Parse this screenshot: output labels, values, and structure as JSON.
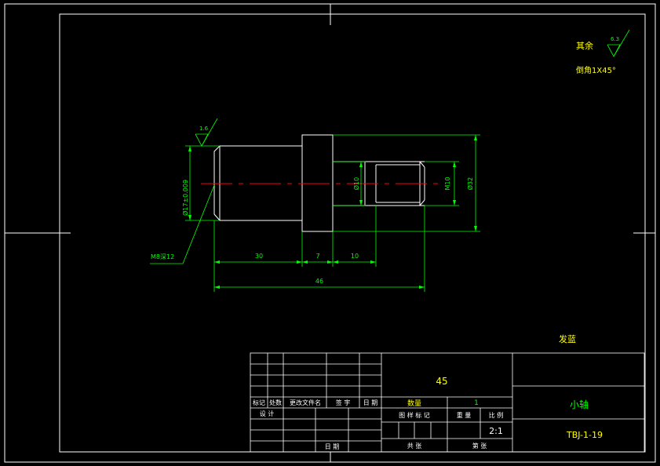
{
  "drawing": {
    "notes": {
      "surface_remaining_label": "其余",
      "surface_remaining_value": "6.3",
      "chamfer_note": "倒角1X45°",
      "surface_left_value": "1.6"
    },
    "dimensions": {
      "left_diameter": "Ø17±0.009",
      "thread_note": "M8深12",
      "inner_diameter": "Ø10",
      "thread_diameter": "M10",
      "outer_diameter": "Ø32",
      "length_shaft": "30",
      "length_collar": "7",
      "length_hole": "10",
      "length_total": "46"
    },
    "heat_treatment": "发蓝"
  },
  "title_block": {
    "material": "45",
    "part_name": "小轴",
    "drawing_no": "TBJ-1-19",
    "scale": "2:1",
    "quantity_label": "数量",
    "quantity_value": "1",
    "headers": {
      "mark": "标记",
      "count": "处数",
      "change_doc": "更改文件名",
      "signature": "签 字",
      "date": "日 期",
      "design": "设 计",
      "date2": "日 期",
      "stage_mark": "图 样 标 记",
      "weight": "重 量",
      "scale_label": "比 例",
      "sheets_total": "共 张",
      "sheet_no": "第 张"
    }
  },
  "colors": {
    "background": "#000000",
    "frame": "#ffffff",
    "part": "#ffffff",
    "dimension": "#00ff00",
    "centerline": "#ff0000",
    "note": "#ffff00"
  }
}
